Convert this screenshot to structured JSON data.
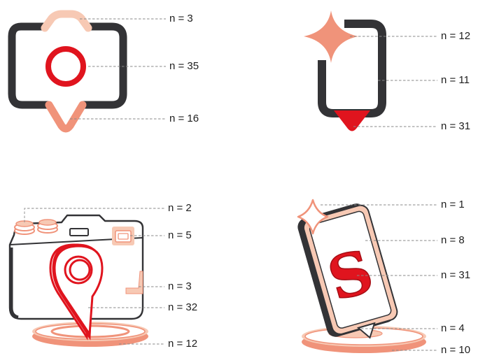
{
  "panels": [
    {
      "id": "flat-camera-pin",
      "callouts": [
        {
          "part": "top-bump",
          "label": "n = 3"
        },
        {
          "part": "lens-ring",
          "label": "n = 35"
        },
        {
          "part": "pin-tip",
          "label": "n = 16"
        }
      ]
    },
    {
      "id": "flat-phone-sparkle",
      "callouts": [
        {
          "part": "sparkle",
          "label": "n = 12"
        },
        {
          "part": "phone-frame",
          "label": "n = 11"
        },
        {
          "part": "bottom-tip",
          "label": "n = 31"
        }
      ]
    },
    {
      "id": "3d-camera-pin",
      "callouts": [
        {
          "part": "shutter-dials",
          "label": "n = 2"
        },
        {
          "part": "viewfinder",
          "label": "n = 5"
        },
        {
          "part": "side-strap",
          "label": "n = 3"
        },
        {
          "part": "location-pin",
          "label": "n = 32"
        },
        {
          "part": "base-platform",
          "label": "n = 12"
        }
      ]
    },
    {
      "id": "3d-phone-s",
      "callouts": [
        {
          "part": "sparkle",
          "label": "n = 1"
        },
        {
          "part": "screen",
          "label": "n = 8"
        },
        {
          "part": "s-letter",
          "label": "n = 31"
        },
        {
          "part": "pin-tip",
          "label": "n = 4"
        },
        {
          "part": "base-platform",
          "label": "n = 10"
        }
      ]
    }
  ],
  "colors": {
    "dark": "#333336",
    "red": "#e0141e",
    "salmon": "#f0937a",
    "peach": "#f7c9b4",
    "leader": "#8a8a8a"
  },
  "icons": [
    "camera-icon",
    "location-pin-icon",
    "smartphone-icon",
    "sparkle-icon",
    "s-letter-icon",
    "platform-icon"
  ]
}
